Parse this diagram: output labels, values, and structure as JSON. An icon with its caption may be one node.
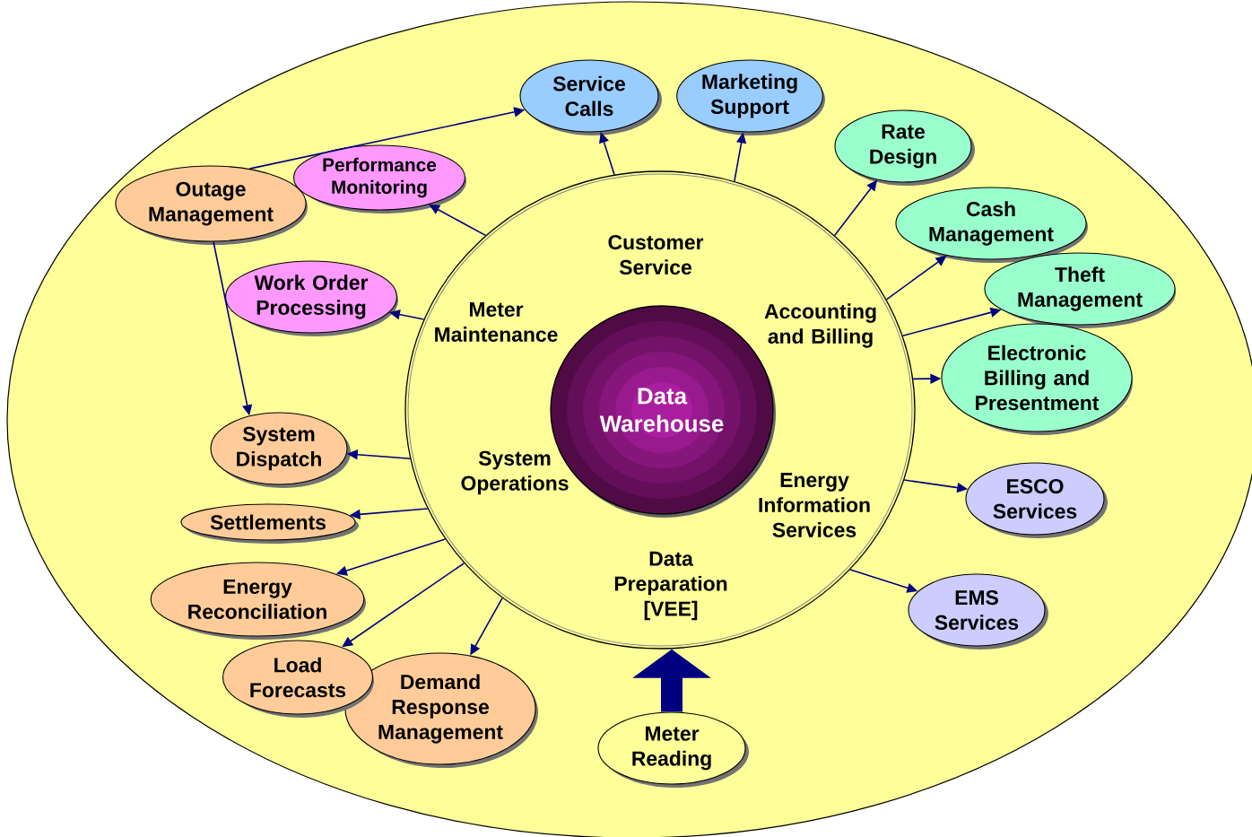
{
  "diagram": {
    "nodes": [
      {
        "text": [
          "Customer Service",
          "Meter Maintenance",
          "Accounting and Billing",
          "System Operations",
          "Energy Information Services",
          "Data Preparation [VEE]"
        ]
      },
      {
        "text": [
          "Data Warehouse"
        ],
        "in": 0
      },
      {
        "text": [
          "Service Calls"
        ]
      },
      {
        "text": [
          "Marketing Support"
        ]
      },
      {
        "text": [
          "Rate Design"
        ]
      },
      {
        "text": [
          "Cash Management"
        ]
      },
      {
        "text": [
          "Theft Management"
        ]
      },
      {
        "text": [
          "Electronic Billing and Presentment"
        ]
      },
      {
        "text": [
          "ESCO Services"
        ]
      },
      {
        "text": [
          "EMS Services"
        ]
      },
      {
        "text": [
          "Meter Reading"
        ]
      },
      {
        "text": [
          "Demand Response Management"
        ]
      },
      {
        "text": [
          "Load Forecasts"
        ]
      },
      {
        "text": [
          "Energy Reconciliation"
        ]
      },
      {
        "text": [
          "Settlements"
        ]
      },
      {
        "text": [
          "System Dispatch"
        ]
      },
      {
        "text": [
          "Work Order Processing"
        ]
      },
      {
        "text": [
          "Performance Monitoring"
        ]
      },
      {
        "text": [
          "Outage Management"
        ]
      }
    ],
    "edges": [
      {
        "from": 0,
        "to": 2,
        "arrow": "to"
      },
      {
        "from": 0,
        "to": 3,
        "arrow": "to"
      },
      {
        "from": 0,
        "to": 4,
        "arrow": "to"
      },
      {
        "from": 0,
        "to": 5,
        "arrow": "to"
      },
      {
        "from": 0,
        "to": 6,
        "arrow": "to"
      },
      {
        "from": 0,
        "to": 7,
        "arrow": "to"
      },
      {
        "from": 0,
        "to": 8,
        "arrow": "to"
      },
      {
        "from": 0,
        "to": 9,
        "arrow": "to"
      },
      {
        "from": 10,
        "to": 0,
        "arrow": "to",
        "style": "thick"
      },
      {
        "from": 0,
        "to": 11,
        "arrow": "to"
      },
      {
        "from": 0,
        "to": 12,
        "arrow": "to"
      },
      {
        "from": 0,
        "to": 13,
        "arrow": "to"
      },
      {
        "from": 0,
        "to": 14,
        "arrow": "to"
      },
      {
        "from": 0,
        "to": 15,
        "arrow": "to"
      },
      {
        "from": 0,
        "to": 16,
        "arrow": "to"
      },
      {
        "from": 0,
        "to": 17,
        "arrow": "to"
      },
      {
        "from": 18,
        "to": 2,
        "arrow": "to"
      },
      {
        "from": 18,
        "to": 15,
        "arrow": "to"
      }
    ]
  }
}
